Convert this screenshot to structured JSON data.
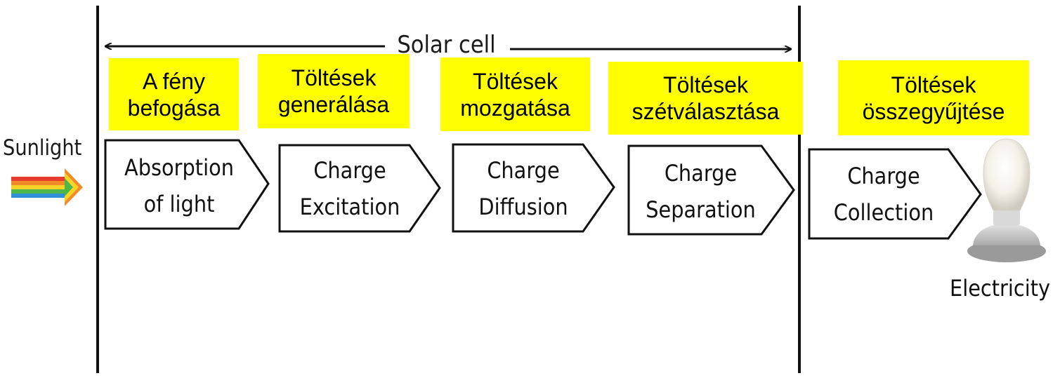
{
  "span_label": "Solar cell",
  "input_label": "Sunlight",
  "output_label": "Electricity",
  "steps": [
    {
      "hu": "A fény\nbefogása",
      "en": "Absorption\nof  light"
    },
    {
      "hu": "Töltések\ngenerálása",
      "en": "Charge\nExcitation"
    },
    {
      "hu": "Töltések\nmozgatása",
      "en": "Charge\nDiffusion"
    },
    {
      "hu": "Töltések\nszétválasztása",
      "en": "Charge\nSeparation"
    },
    {
      "hu": "Töltések\nösszegyűjtése",
      "en": "Charge\nCollection"
    }
  ],
  "colors": {
    "highlight": "#ffff00",
    "line": "#111111",
    "sunlight_stripes": [
      "#e63b2e",
      "#f28c28",
      "#f5d327",
      "#4cb648",
      "#2f8fd8"
    ]
  },
  "icons": {
    "input": "rainbow-arrow-icon",
    "output": "light-bulb-icon"
  }
}
